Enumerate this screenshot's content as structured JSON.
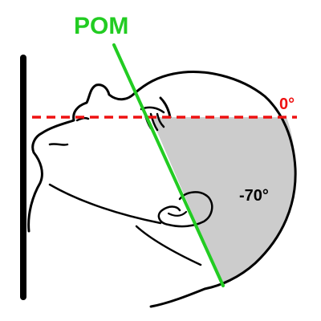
{
  "diagram": {
    "pom_label": "POM",
    "zero_label": "0°",
    "angle_label": "-70°",
    "colors": {
      "pom_line": "#22cc22",
      "baseline": "#ee1111",
      "outline": "#000000",
      "shaded_region": "#cccccc",
      "background": "#ffffff"
    },
    "icons": {
      "wall": "vertical-wall-bar",
      "head": "head-profile-outline"
    }
  }
}
